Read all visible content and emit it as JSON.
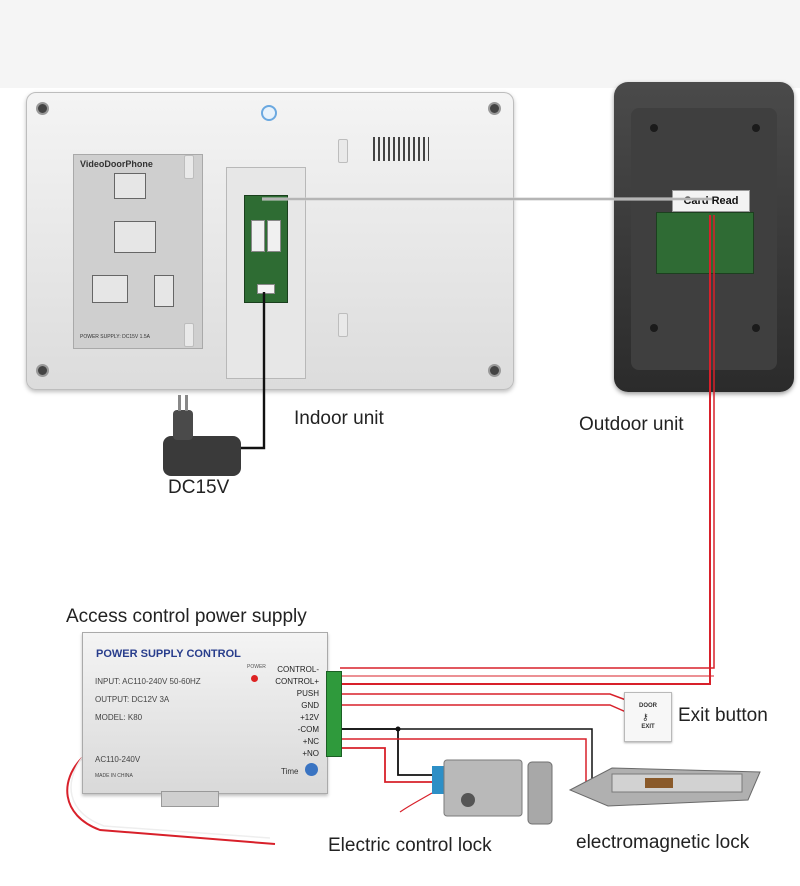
{
  "labels": {
    "indoor_unit": "Indoor unit",
    "outdoor_unit": "Outdoor unit",
    "dc15v": "DC15V",
    "access_control_power_supply": "Access control power supply",
    "exit_button": "Exit button",
    "electric_control_lock": "Electric control lock",
    "electromagnetic_lock": "electromagnetic lock"
  },
  "indoor_device": {
    "sticker_title": "VideoDoorPhone",
    "sticker_footer": "POWER SUPPLY: DC15V 1.5A"
  },
  "outdoor_device": {
    "card_label": "Card Read"
  },
  "power_supply": {
    "title": "POWER SUPPLY CONTROL",
    "power_led_label": "POWER",
    "input": "INPUT: AC110-240V  50-60HZ",
    "output": "OUTPUT: DC12V  3A",
    "model": "MODEL: K80",
    "ac": "AC110-240V",
    "made_in": "MADE IN CHINA",
    "time": "Time",
    "terminals": [
      "CONTROL-",
      "CONTROL+",
      "PUSH",
      "GND",
      "+12V",
      "-COM",
      "+NC",
      "+NO"
    ]
  },
  "exit_button_device": {
    "door": "DOOR",
    "exit": "EXIT"
  },
  "colors": {
    "wire_red": "#d8202a",
    "wire_black": "#111111",
    "wire_white": "#cfcfcf",
    "ps_title_blue": "#283d8c",
    "terminal_green": "#2f9a3c"
  }
}
